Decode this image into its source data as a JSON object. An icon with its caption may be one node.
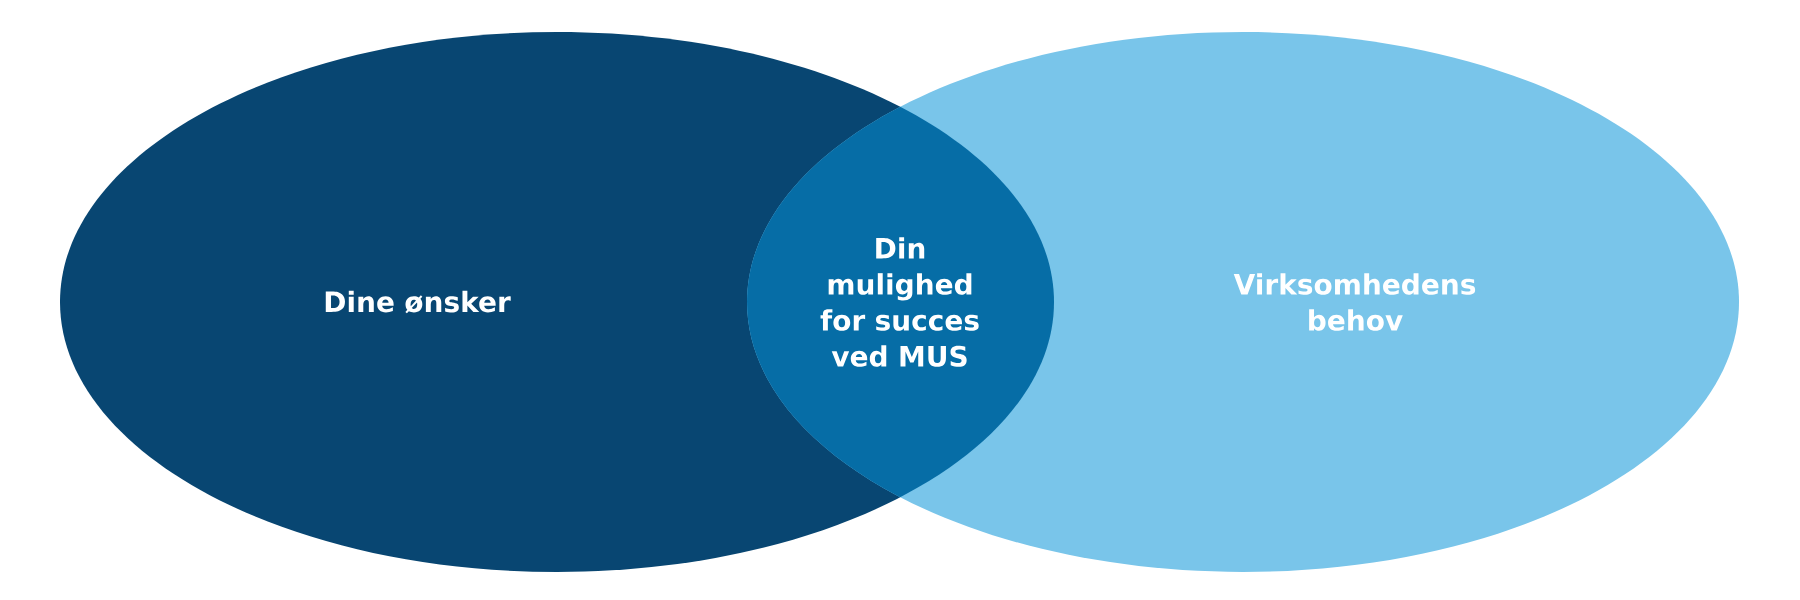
{
  "diagram": {
    "nodes": [
      {
        "text": [
          "Dine ønsker"
        ]
      },
      {
        "text": [
          "Virksomhedens behov"
        ]
      },
      {
        "text": [
          "Din mulighed for succes ved MUS"
        ]
      }
    ]
  }
}
